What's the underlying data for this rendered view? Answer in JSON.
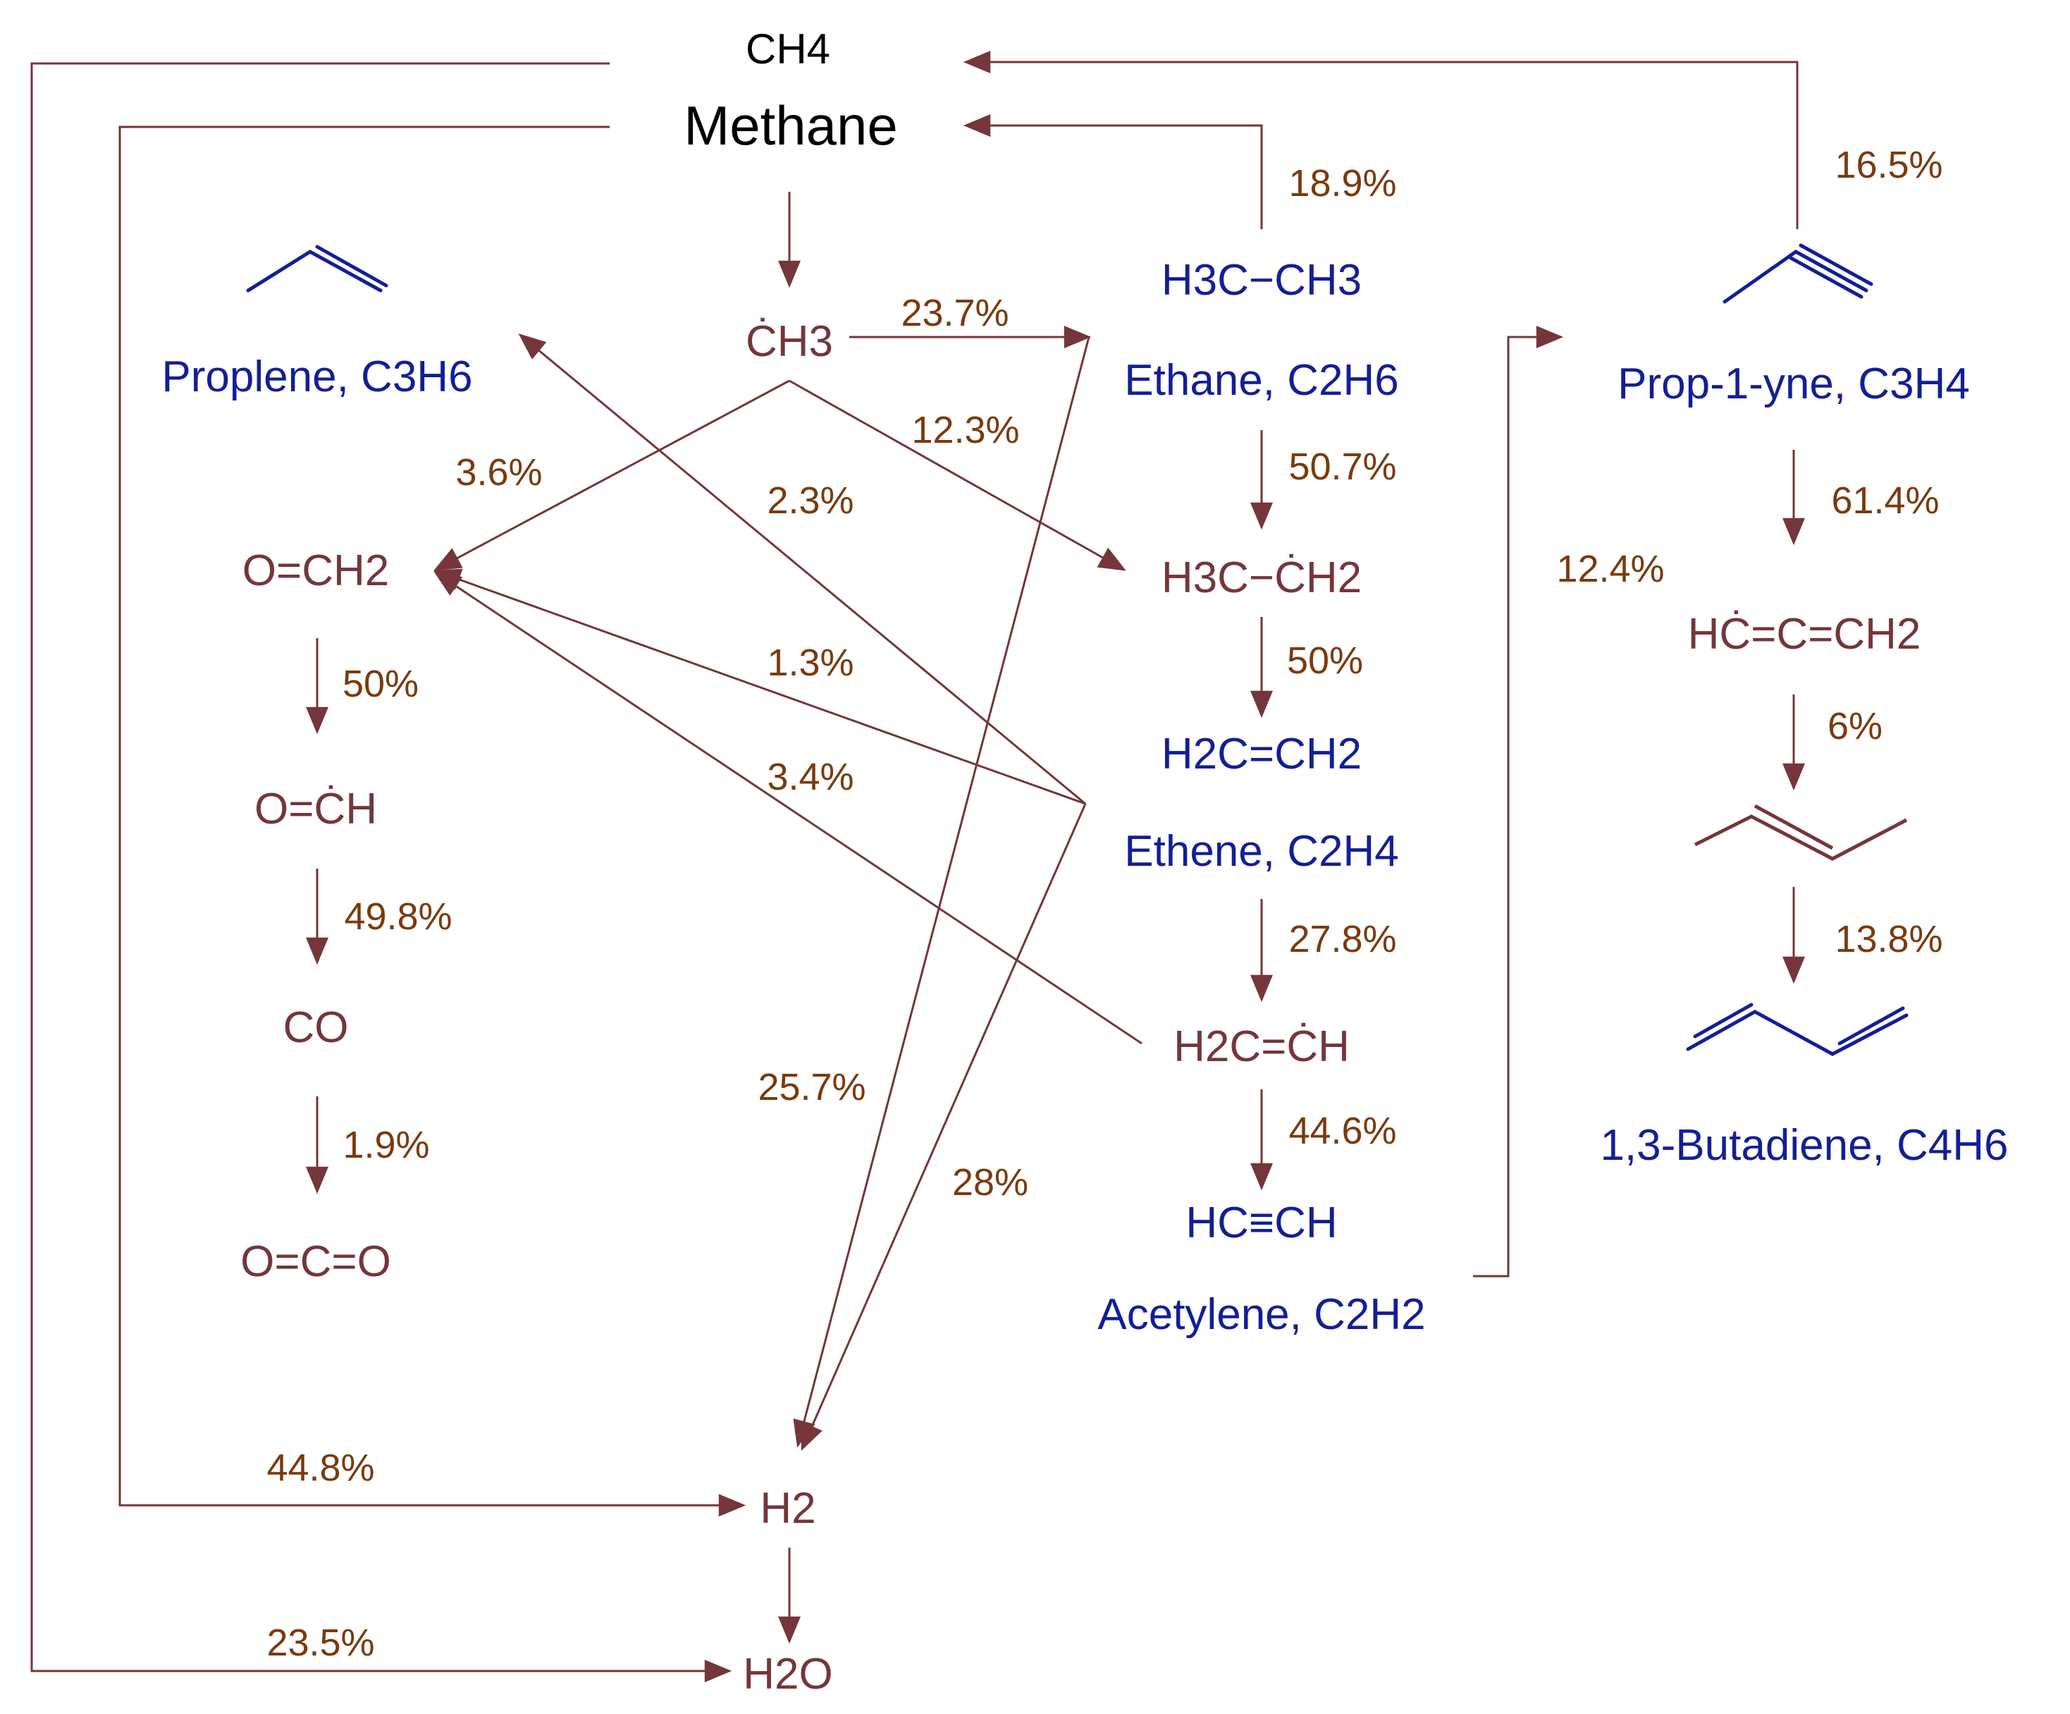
{
  "colors": {
    "edge": "#74363a",
    "percent": "#7a3a0c",
    "product": "#141e96",
    "intermediate": "#74363a",
    "methane": "#000000"
  },
  "species": {
    "ch4_formula": "CH4",
    "methane_name": "Methane",
    "ch3_radical": "ĊH3",
    "ethane_formula": "H3C−CH3",
    "ethane_name": "Ethane, C2H6",
    "ethyl_radical": "H3C−ĊH2",
    "ethene_formula": "H2C=CH2",
    "ethene_name": "Ethene, C2H4",
    "vinyl_radical": "H2C=ĊH",
    "acetylene_formula": "HC≡CH",
    "acetylene_name": "Acetylene, C2H2",
    "propylene_name": "Proplene, C3H6",
    "propyne_name": "Prop-1-yne, C3H4",
    "propargyl_radical": "HĊ=C=CH2",
    "butadiene_name": "1,3-Butadiene, C4H6",
    "formaldehyde": "O=CH2",
    "formyl_radical": "O=ĊH",
    "co": "CO",
    "co2": "O=C=O",
    "h2": "H2",
    "h2o": "H2O"
  },
  "percentages": {
    "ch3_to_ethane": "23.7%",
    "ch3_to_ethyl": "12.3%",
    "ch3_to_formaldehyde": "3.6%",
    "ethene_to_propylene": "2.3%",
    "ethene_to_formaldehyde": "1.3%",
    "vinyl_to_formaldehyde": "3.4%",
    "ethane_to_methane": "18.9%",
    "propyne_to_methane": "16.5%",
    "ethane_to_ethyl": "50.7%",
    "ethyl_to_ethene": "50%",
    "ethene_to_vinyl": "27.8%",
    "vinyl_to_acetylene": "44.6%",
    "propyne_to_propargyl": "61.4%",
    "acetylene_to_propargyl": "12.4%",
    "propargyl_to_butadiene_precursor": "6%",
    "butadiene_step": "13.8%",
    "formaldehyde_to_formyl": "50%",
    "formyl_to_co": "49.8%",
    "co_to_co2": "1.9%",
    "ethane_to_h2": "25.7%",
    "ethene_to_h2": "28%",
    "methane_to_h2": "44.8%",
    "methane_to_h2o": "23.5%"
  }
}
